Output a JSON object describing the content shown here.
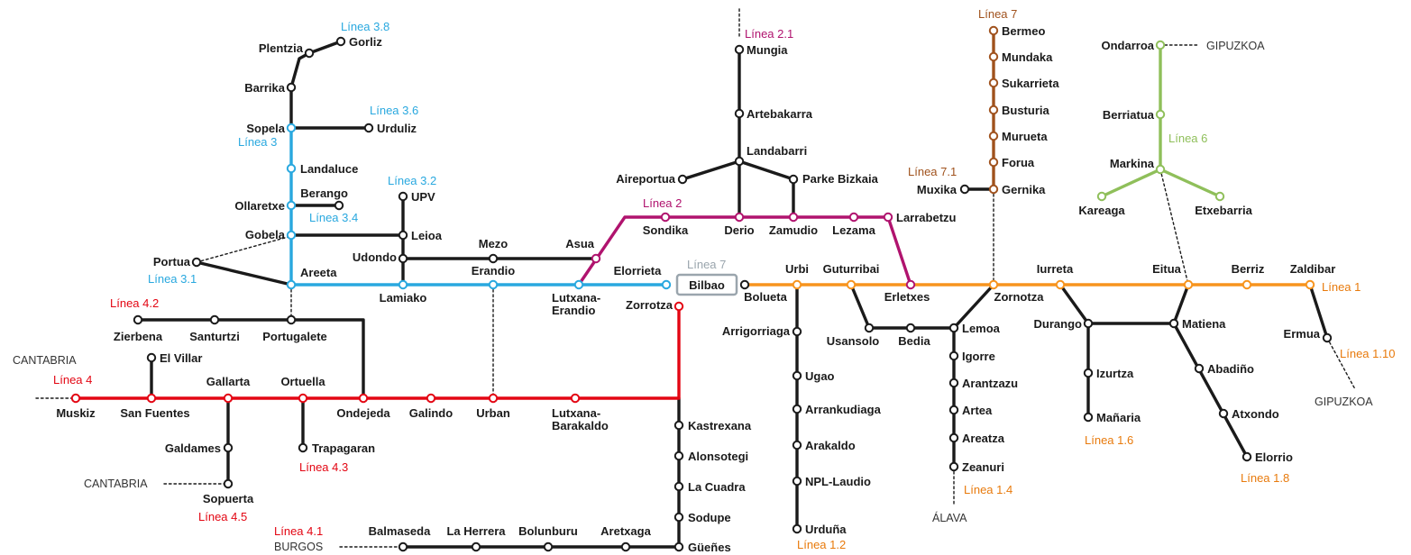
{
  "colors": {
    "black": "#1a1a1a",
    "blue": "#29a8df",
    "magenta": "#b0136e",
    "red": "#e30613",
    "orange": "#f7941d",
    "brown": "#a0521d",
    "green": "#8fbf5a",
    "gray": "#9aa5ad",
    "dark_orange": "#e87a0c"
  },
  "line_labels": {
    "l38": "Línea 3.8",
    "l36": "Línea 3.6",
    "l3": "Línea 3",
    "l32": "Línea 3.2",
    "l34": "Línea 3.4",
    "l31": "Línea 3.1",
    "l42": "Línea 4.2",
    "l4": "Línea 4",
    "l43": "Línea 4.3",
    "l45": "Línea 4.5",
    "l41": "Línea 4.1",
    "l21": "Línea 2.1",
    "l2": "Línea 2",
    "l7_bilbao": "Línea 7",
    "l7": "Línea 7",
    "l71": "Línea 7.1",
    "l6": "Línea 6",
    "l1": "Línea 1",
    "l110": "Línea 1.10",
    "l16": "Línea 1.6",
    "l18": "Línea 1.8",
    "l14": "Línea 1.4",
    "l12": "Línea 1.2"
  },
  "regions": {
    "cantabria_w": "CANTABRIA",
    "cantabria_s": "CANTABRIA",
    "burgos": "BURGOS",
    "alava": "ÁLAVA",
    "gipuzkoa_n": "GIPUZKOA",
    "gipuzkoa_e": "GIPUZKOA"
  },
  "stations": {
    "plentzia": "Plentzia",
    "gorliz": "Gorliz",
    "barrika": "Barrika",
    "sopela": "Sopela",
    "urduliz": "Urduliz",
    "landaluce": "Landaluce",
    "berango": "Berango",
    "ollaretxe": "Ollaretxe",
    "gobela": "Gobela",
    "portua": "Portua",
    "areeta": "Areeta",
    "upv": "UPV",
    "leioa": "Leioa",
    "udondo": "Udondo",
    "lamiako": "Lamiako",
    "mezo": "Mezo",
    "erandio": "Erandio",
    "asua": "Asua",
    "lutxana": "Lutxana-\nErandio",
    "elorrieta": "Elorrieta",
    "bilbao": "Bilbao",
    "zorrotza": "Zorrotza",
    "zierbena": "Zierbena",
    "santurtzi": "Santurtzi",
    "portugalete": "Portugalete",
    "el_villar": "El Villar",
    "muskiz": "Muskiz",
    "san_fuentes": "San Fuentes",
    "gallarta": "Gallarta",
    "ortuella": "Ortuella",
    "ondejeda": "Ondejeda",
    "galindo": "Galindo",
    "urban": "Urban",
    "lutxana_barakaldo": "Lutxana-\nBarakaldo",
    "galdames": "Galdames",
    "trapagaran": "Trapagaran",
    "sopuerta": "Sopuerta",
    "balmaseda": "Balmaseda",
    "la_herrera": "La Herrera",
    "bolunburu": "Bolunburu",
    "aretxaga": "Aretxaga",
    "guenes": "Güeñes",
    "sodupe": "Sodupe",
    "la_cuadra": "La Cuadra",
    "alonsotegi": "Alonsotegi",
    "kastrexana": "Kastrexana",
    "mungia": "Mungia",
    "artebakarra": "Artebakarra",
    "landabarri": "Landabarri",
    "aireportua": "Aireportua",
    "parke_bizkaia": "Parke Bizkaia",
    "sondika": "Sondika",
    "derio": "Derio",
    "zamudio": "Zamudio",
    "lezama": "Lezama",
    "larrabetzu": "Larrabetzu",
    "bolueta": "Bolueta",
    "urbi": "Urbi",
    "guturribai": "Guturribai",
    "arrigorriaga": "Arrigorriaga",
    "ugao": "Ugao",
    "arrankudiaga": "Arrankudiaga",
    "arakaldo": "Arakaldo",
    "npl_laudio": "NPL-Laudio",
    "urduna": "Urduña",
    "usansolo": "Usansolo",
    "bedia": "Bedia",
    "lemoa": "Lemoa",
    "erletxes": "Erletxes",
    "zornotza": "Zornotza",
    "igorre": "Igorre",
    "arantzazu": "Arantzazu",
    "artea": "Artea",
    "areatza": "Areatza",
    "zeanuri": "Zeanuri",
    "bermeo": "Bermeo",
    "mundaka": "Mundaka",
    "sukarrieta": "Sukarrieta",
    "busturia": "Busturia",
    "murueta": "Murueta",
    "forua": "Forua",
    "gernika": "Gernika",
    "muxika": "Muxika",
    "ondarroa": "Ondarroa",
    "berriatua": "Berriatua",
    "markina": "Markina",
    "kareaga": "Kareaga",
    "etxebarria": "Etxebarria",
    "iurreta": "Iurreta",
    "durango": "Durango",
    "izurtza": "Izurtza",
    "manaria": "Mañaria",
    "eitua": "Eitua",
    "matiena": "Matiena",
    "abadino": "Abadiño",
    "atxondo": "Atxondo",
    "elorrio": "Elorrio",
    "berriz": "Berriz",
    "zaldibar": "Zaldibar",
    "ermua": "Ermua"
  }
}
